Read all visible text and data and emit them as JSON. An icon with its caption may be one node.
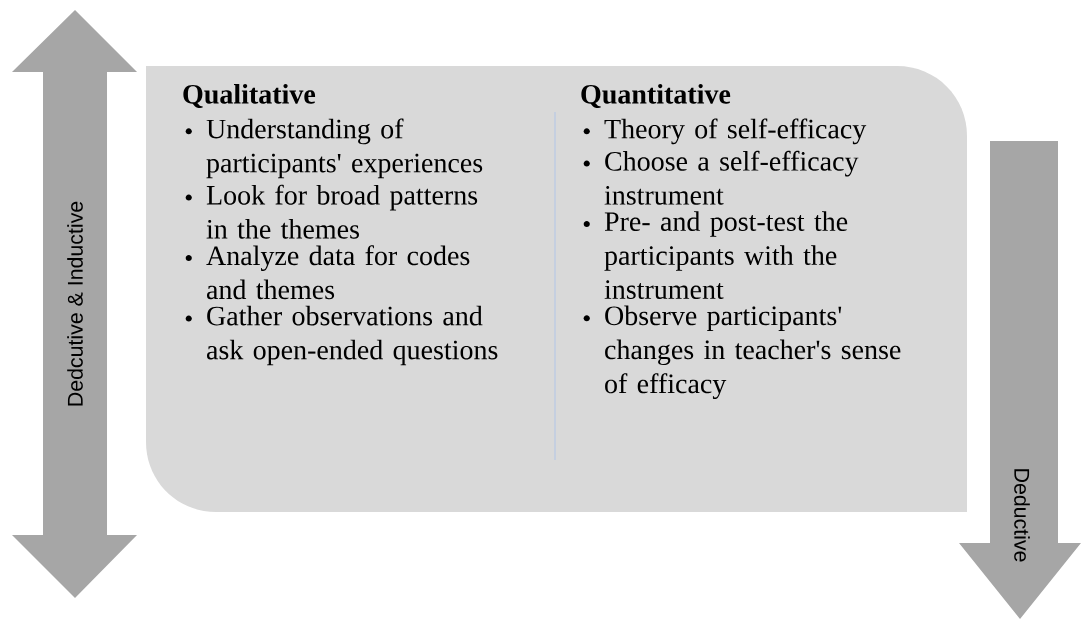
{
  "diagram": {
    "nodes": [
      {
        "text": [
          "Dedcutive & Inductive"
        ]
      },
      {
        "text": [],
        "shape": "box"
      },
      {
        "text": [
          "Qualitative",
          "Understanding of participants' experiences",
          "Look for broad patterns in the themes",
          "Analyze data for codes and themes",
          "Gather observations and ask open-ended questions"
        ],
        "in": 1
      },
      {
        "text": [
          "Quantitative",
          "Theory of self-efficacy",
          "Choose a self-efficacy instrument",
          "Pre- and post-test the participants with the instrument",
          "Observe participants' changes in teacher's sense of efficacy"
        ],
        "in": 1
      },
      {
        "text": [
          "Deductive"
        ]
      }
    ]
  }
}
